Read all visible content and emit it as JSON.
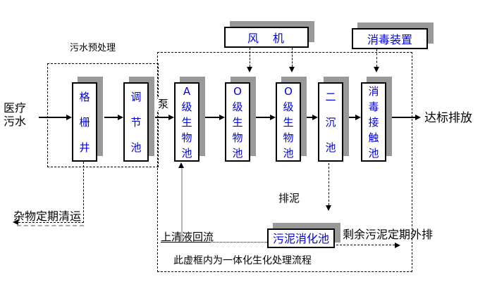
{
  "diagram": {
    "influent": "医疗\n污水",
    "pretreatment_title": "污水预处理",
    "pump": "泵",
    "effluent": "达标排放",
    "debris_removal": "杂物定期清运",
    "supernatant_return": "上清液回流",
    "sludge_discharge": "排泥",
    "excess_sludge": "剩余污泥定期外排",
    "frame_note": "此虚框内为一体化生化处理流程"
  },
  "equipment": {
    "blower": "风　机",
    "disinfection_device": "消毒装置",
    "sludge_digester": "污泥消化池"
  },
  "tanks": [
    {
      "id": "grid-well",
      "text": "格\n栅\n井"
    },
    {
      "id": "regulating-tank",
      "text": "调\n节\n池"
    },
    {
      "id": "a-stage-bio-tank",
      "text": "A\n级\n生\n物\n池"
    },
    {
      "id": "o-stage-bio-tank-1",
      "text": "O\n级\n生\n物\n池"
    },
    {
      "id": "o-stage-bio-tank-2",
      "text": "O\n级\n生\n物\n池"
    },
    {
      "id": "secondary-sedimentation-tank",
      "text": "二\n沉\n池"
    },
    {
      "id": "disinfection-contact-tank",
      "text": "消\n毒\n接\n触\n池"
    }
  ],
  "colors": {
    "tank_text": "#0000dd",
    "shadow": "#999999",
    "line": "#000000"
  }
}
